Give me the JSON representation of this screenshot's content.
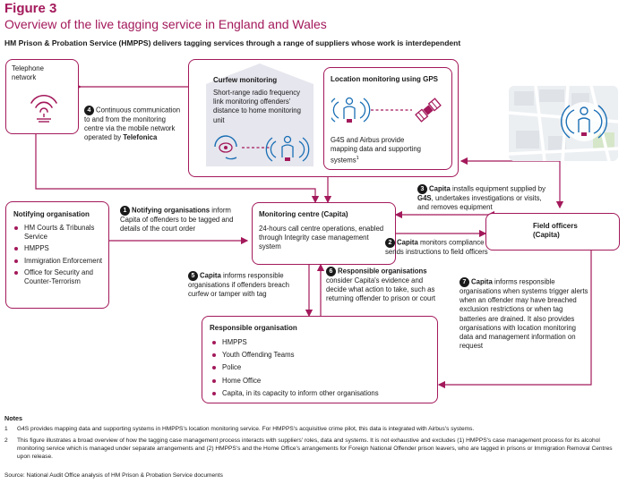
{
  "figure": {
    "label": "Figure 3",
    "title": "Overview of the live tagging service in England and Wales",
    "subtitle": "HM Prison & Probation Service (HMPPS) delivers tagging services through a range of suppliers whose work is interdependent"
  },
  "telephone": {
    "title": "Telephone network",
    "step_num": "4",
    "step_text": "Continuous communication to and from the monitoring centre via the mobile network operated by",
    "step_brand": "Telefonica"
  },
  "curfew": {
    "title": "Curfew monitoring",
    "text": "Short-range radio frequency link monitoring offenders' distance to home monitoring unit"
  },
  "gps": {
    "title": "Location monitoring using GPS",
    "text": "G4S and Airbus provide mapping data and supporting systems",
    "footnote_marker": "1"
  },
  "notifying": {
    "title": "Notifying organisation",
    "items": [
      "HM Courts & Tribunals Service",
      "HMPPS",
      "Immigration Enforcement",
      "Office for Security and Counter-Terrorism"
    ],
    "step_num": "1",
    "step_label": "Notifying organisations",
    "step_text": "inform Capita of offenders to be tagged and details of the court order"
  },
  "monitoring_centre": {
    "title": "Monitoring centre (Capita)",
    "text": "24-hours call centre operations, enabled through Integrity case management system"
  },
  "field": {
    "title": "Field officers (Capita)",
    "step3_num": "3",
    "step3_label": "Capita",
    "step3_text_a": "installs equipment supplied by",
    "step3_brand": "G4S",
    "step3_text_b": ", undertakes investigations or visits, and removes equipment",
    "step2_num": "2",
    "step2_label": "Capita",
    "step2_text": "monitors compliance and sends instructions to field officers"
  },
  "step5": {
    "num": "5",
    "label": "Capita",
    "text": "informs responsible organisations if offenders breach curfew or tamper with tag"
  },
  "step6": {
    "num": "6",
    "label": "Responsible organisations",
    "text": "consider Capita's evidence and decide what action to take, such as returning offender to prison or court"
  },
  "step7": {
    "num": "7",
    "label": "Capita",
    "text": "informs responsible organisations when systems trigger alerts when an offender may have breached exclusion restrictions or when tag batteries are drained. It also provides organisations with location monitoring data and management information on request"
  },
  "responsible": {
    "title": "Responsible organisation",
    "items": [
      "HMPPS",
      "Youth Offending Teams",
      "Police",
      "Home Office",
      "Capita, in its capacity to inform other organisations"
    ]
  },
  "notes": {
    "heading": "Notes",
    "n1_num": "1",
    "n1": "G4S provides mapping data and supporting systems in HMPPS's location monitoring service. For HMPPS's acquisitive crime pilot, this data is integrated with Airbus's systems.",
    "n2_num": "2",
    "n2": "This figure illustrates a broad overview of how the tagging case management process interacts with suppliers' roles, data and systems. It is not exhaustive and excludes (1) HMPPS's case management process for its alcohol monitoring service which is managed under separate arrangements and (2) HMPPS's and the Home Office's arrangements for Foreign National Offender prison leavers, who are tagged in prisons or Immigration Removal Centres upon release.",
    "source": "Source: National Audit Office analysis of HM Prison & Probation Service documents"
  },
  "colors": {
    "accent": "#a3195b",
    "icon_blue": "#1a6fb5",
    "house_grey": "#e6e6ee"
  }
}
